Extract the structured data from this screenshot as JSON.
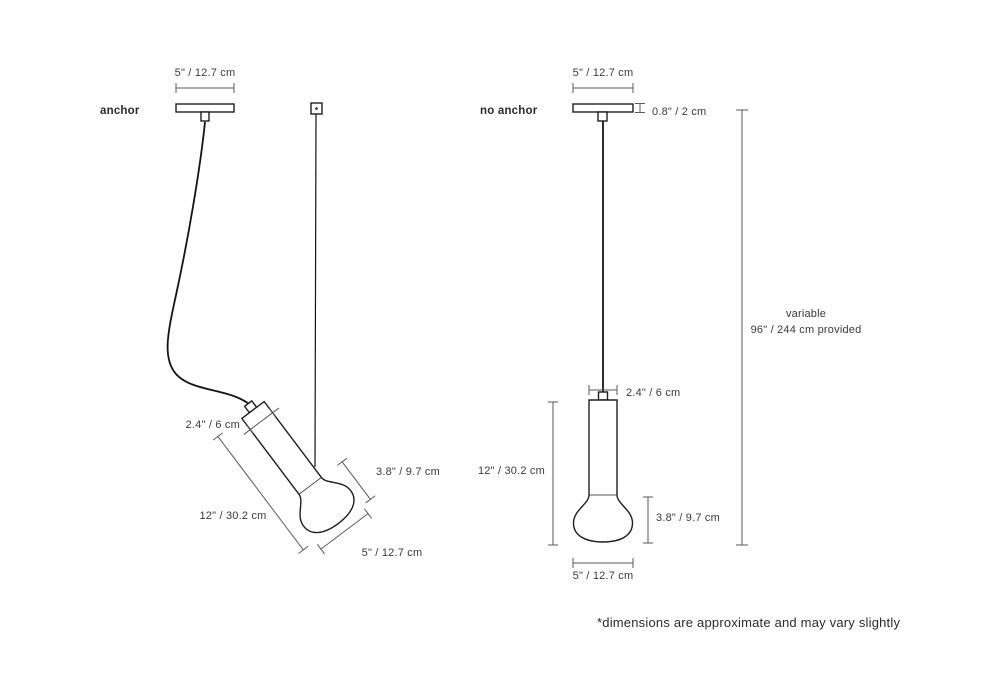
{
  "diagram": {
    "footnote": "*dimensions are approximate and may vary slightly",
    "anchor_view": {
      "label": "anchor",
      "canopy_width": "5\" / 12.7 cm",
      "stem_diameter": "2.4\" / 6 cm",
      "shade_height": "3.8\" / 9.7 cm",
      "body_length": "12\" / 30.2 cm",
      "shade_diameter": "5\" / 12.7 cm"
    },
    "no_anchor_view": {
      "label": "no anchor",
      "canopy_width": "5\" / 12.7 cm",
      "canopy_height": "0.8\" / 2 cm",
      "stem_diameter": "2.4\" / 6 cm",
      "body_length": "12\" / 30.2 cm",
      "shade_height": "3.8\" / 9.7 cm",
      "shade_diameter": "5\" / 12.7 cm",
      "cord_note_line1": "variable",
      "cord_note_line2": "96\" / 244 cm provided"
    }
  }
}
